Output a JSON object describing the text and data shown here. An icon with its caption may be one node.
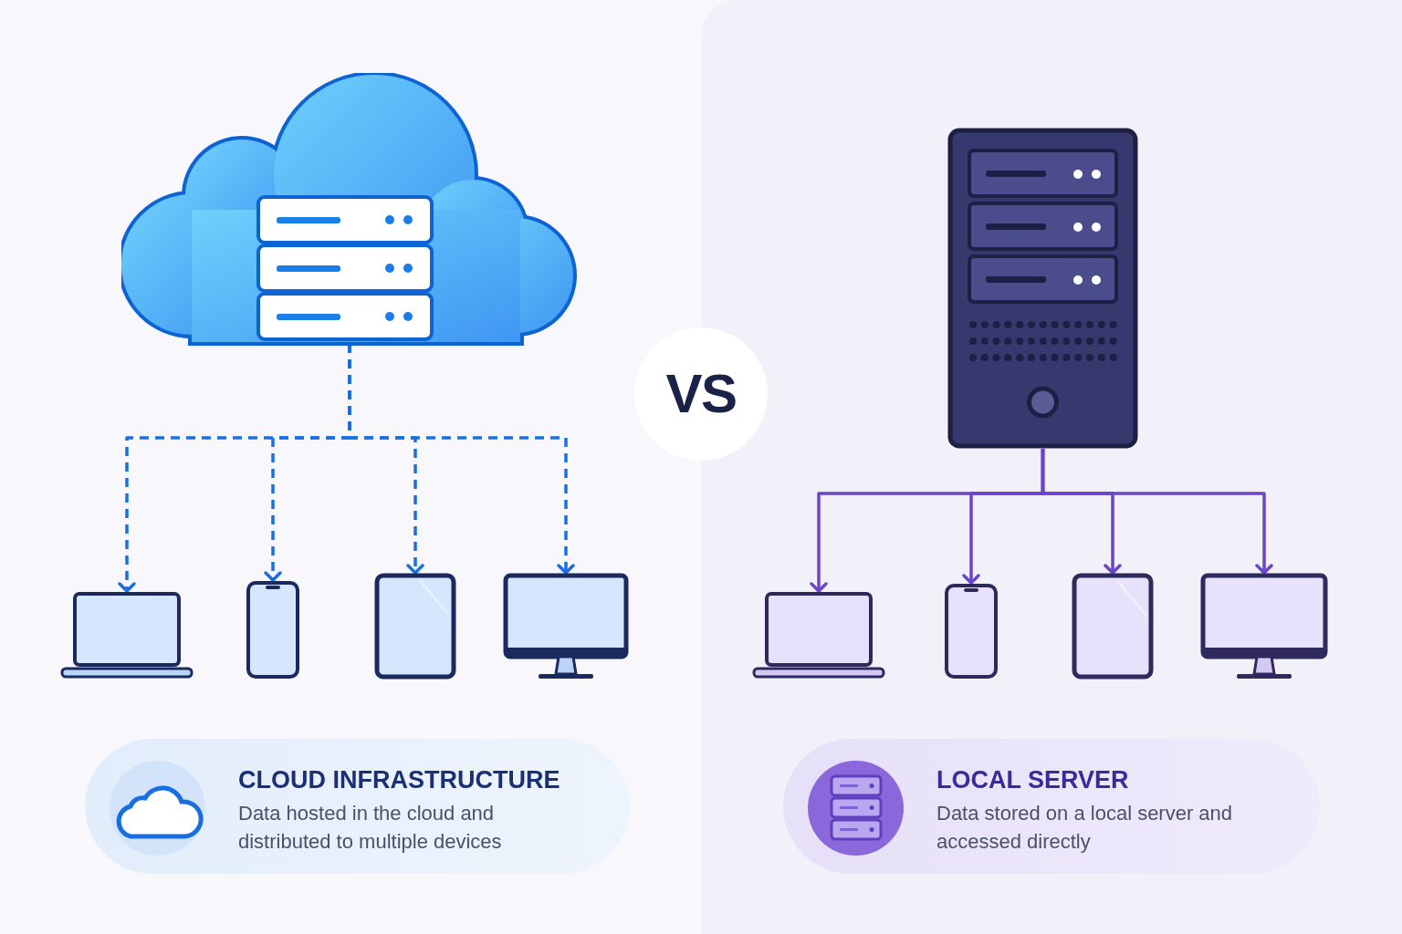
{
  "diagram": {
    "nodes": [
      {
        "text": [],
        "shape": "cloud"
      },
      {
        "text": [],
        "shape": "laptop"
      },
      {
        "text": [],
        "shape": "phone"
      },
      {
        "text": [],
        "shape": "tablet"
      },
      {
        "text": [],
        "shape": "monitor"
      },
      {
        "text": [
          "VS"
        ]
      },
      {
        "text": [],
        "shape": "server"
      },
      {
        "text": [],
        "shape": "laptop"
      },
      {
        "text": [],
        "shape": "phone"
      },
      {
        "text": [],
        "shape": "tablet"
      },
      {
        "text": [],
        "shape": "monitor"
      },
      {
        "text": [
          "CLOUD INFRASTRUCTURE",
          "Data hosted in the cloud and distributed to multiple devices"
        ]
      },
      {
        "text": [
          "LOCAL SERVER",
          "Data stored on a local server and accessed directly"
        ]
      }
    ],
    "edges": [
      {
        "from": 0,
        "to": 1,
        "arrow": "to",
        "style": "dashed",
        "color": "#1a6fe0"
      },
      {
        "from": 0,
        "to": 2,
        "arrow": "to",
        "style": "dashed",
        "color": "#1a6fe0"
      },
      {
        "from": 0,
        "to": 3,
        "arrow": "to",
        "style": "dashed",
        "color": "#1a6fe0"
      },
      {
        "from": 0,
        "to": 4,
        "arrow": "to",
        "style": "dashed",
        "color": "#1a6fe0"
      },
      {
        "from": 6,
        "to": 7,
        "arrow": "to",
        "color": "#6a45c9"
      },
      {
        "from": 6,
        "to": 8,
        "arrow": "to",
        "color": "#6a45c9"
      },
      {
        "from": 6,
        "to": 9,
        "arrow": "to",
        "color": "#6a45c9"
      },
      {
        "from": 6,
        "to": 10,
        "arrow": "to",
        "color": "#6a45c9"
      }
    ]
  }
}
